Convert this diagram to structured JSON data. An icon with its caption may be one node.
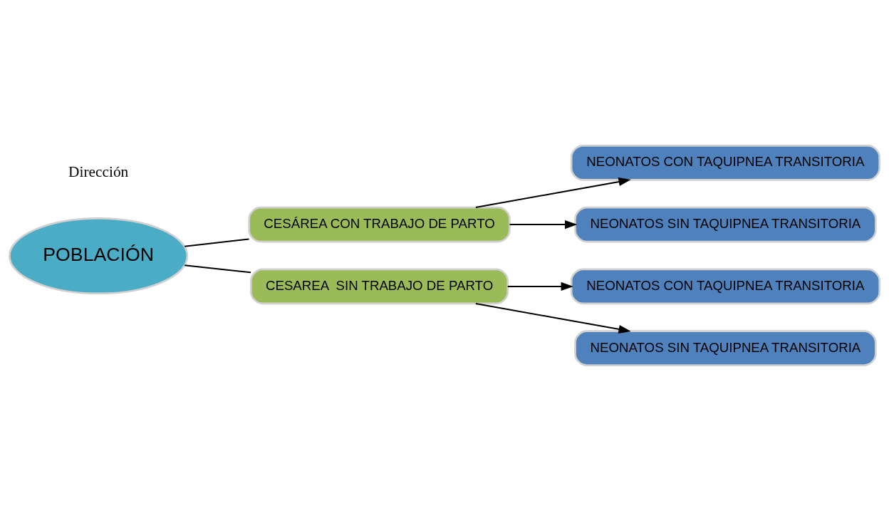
{
  "diagram": {
    "nodes": [
      {
        "text": [
          "POBLACIÓN"
        ]
      },
      {
        "text": [
          "CESÁREA CON TRABAJO DE PARTO"
        ]
      },
      {
        "text": [
          "NEONATOS CON TAQUIPNEA TRANSITORIA"
        ]
      },
      {
        "text": [
          "NEONATOS SIN TAQUIPNEA TRANSITORIA"
        ]
      },
      {
        "text": [
          "CESAREA  SIN TRABAJO DE PARTO"
        ]
      },
      {
        "text": [
          "NEONATOS CON TAQUIPNEA TRANSITORIA"
        ]
      },
      {
        "text": [
          "NEONATOS SIN TAQUIPNEA TRANSITORIA"
        ]
      }
    ],
    "edges": [
      {
        "from": 0,
        "to": 1,
        "arrow": "none"
      },
      {
        "from": 0,
        "to": 4,
        "arrow": "none"
      },
      {
        "from": 1,
        "to": 2,
        "arrow": "to"
      },
      {
        "from": 1,
        "to": 3,
        "arrow": "to"
      },
      {
        "from": 4,
        "to": 5,
        "arrow": "to"
      },
      {
        "from": 4,
        "to": 6,
        "arrow": "to"
      }
    ],
    "labels": [
      "Dirección"
    ]
  }
}
